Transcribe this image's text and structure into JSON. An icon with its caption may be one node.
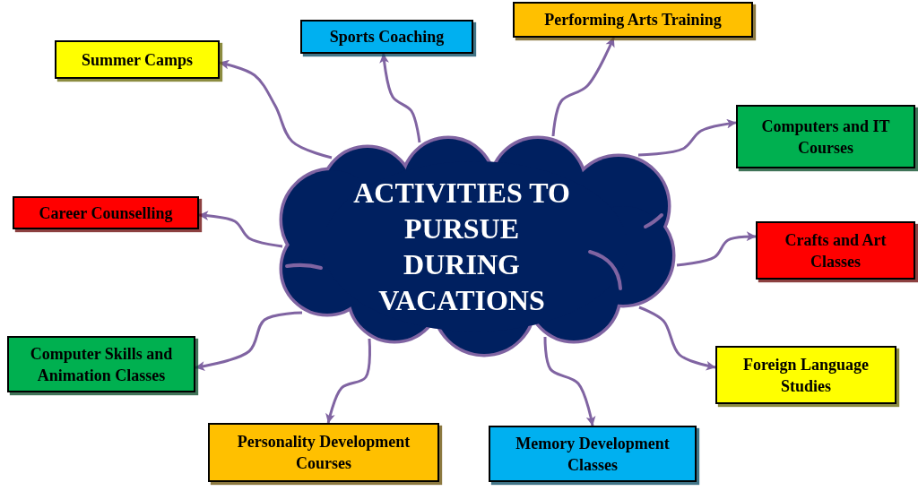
{
  "diagram": {
    "nodes": [
      {
        "text": [
          "ACTIVITIES TO PURSUE DURING VACATIONS"
        ]
      },
      {
        "text": [
          "Summer Camps"
        ]
      },
      {
        "text": [
          "Sports Coaching"
        ]
      },
      {
        "text": [
          "Performing Arts Training"
        ]
      },
      {
        "text": [
          "Computers and IT Courses"
        ]
      },
      {
        "text": [
          "Crafts and Art Classes"
        ]
      },
      {
        "text": [
          "Foreign Language Studies"
        ]
      },
      {
        "text": [
          "Memory Development Classes"
        ]
      },
      {
        "text": [
          "Personality Development Courses"
        ]
      },
      {
        "text": [
          "Computer Skills and Animation Classes"
        ]
      },
      {
        "text": [
          "Career Counselling"
        ]
      }
    ],
    "edges": [
      {
        "from": 0,
        "to": 1,
        "arrow": "to"
      },
      {
        "from": 0,
        "to": 2,
        "arrow": "to"
      },
      {
        "from": 0,
        "to": 3,
        "arrow": "to"
      },
      {
        "from": 0,
        "to": 4,
        "arrow": "to"
      },
      {
        "from": 0,
        "to": 5,
        "arrow": "to"
      },
      {
        "from": 0,
        "to": 6,
        "arrow": "to"
      },
      {
        "from": 0,
        "to": 7,
        "arrow": "to"
      },
      {
        "from": 0,
        "to": 8,
        "arrow": "to"
      },
      {
        "from": 0,
        "to": 9,
        "arrow": "to"
      },
      {
        "from": 0,
        "to": 10,
        "arrow": "to"
      }
    ]
  }
}
